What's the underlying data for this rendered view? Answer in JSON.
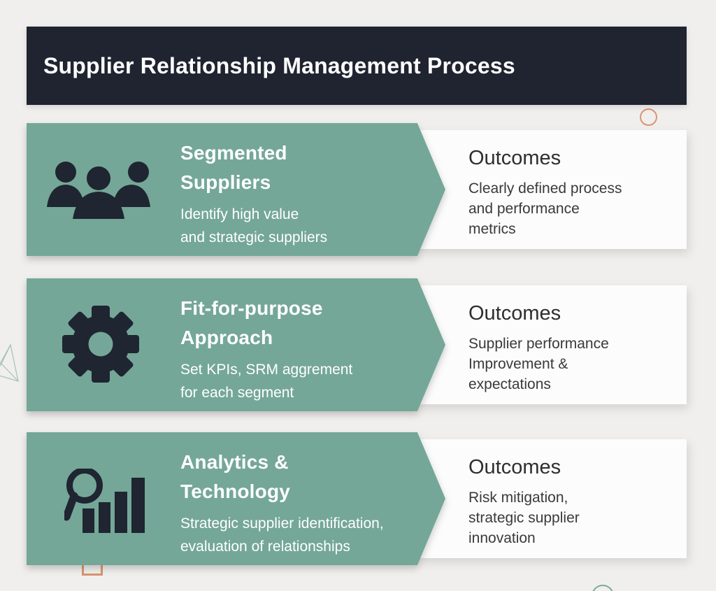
{
  "title": "Supplier Relationship Management Process",
  "colors": {
    "header_bg": "#1f2430",
    "arrow_teal": "#74a797",
    "icon_dark": "#1f2531",
    "card_bg": "#fcfcfc",
    "background": "#f0efed",
    "accent_orange": "#dd9472",
    "accent_teal_light": "#7dab9c"
  },
  "rows": [
    {
      "icon": "team-icon",
      "title": "Segmented\nSuppliers",
      "description": "Identify high value\nand strategic suppliers",
      "outcomes": {
        "heading": "Outcomes",
        "text": "Clearly defined process\nand performance\nmetrics"
      }
    },
    {
      "icon": "gear-icon",
      "title": "Fit-for-purpose\nApproach",
      "description": "Set KPIs, SRM aggrement\nfor each segment",
      "outcomes": {
        "heading": "Outcomes",
        "text": "Supplier performance\nImprovement &\nexpectations"
      }
    },
    {
      "icon": "analytics-chart-icon",
      "title": "Analytics &\nTechnology",
      "description": "Strategic supplier identification,\nevaluation of relationships",
      "outcomes": {
        "heading": "Outcomes",
        "text": "Risk mitigation,\nstrategic supplier\ninnovation"
      }
    }
  ]
}
